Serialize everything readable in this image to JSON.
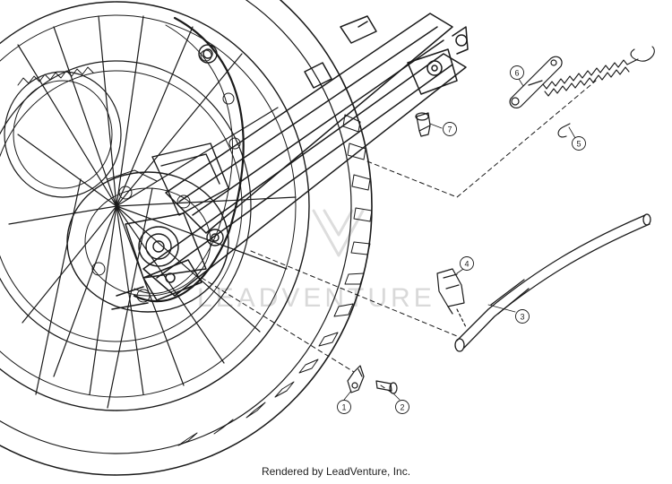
{
  "footer": {
    "text": "Rendered by LeadVenture, Inc."
  },
  "watermark": {
    "text": "LEADVENTURE"
  },
  "callouts": [
    {
      "id": "1",
      "label": "1"
    },
    {
      "id": "2",
      "label": "2"
    },
    {
      "id": "3",
      "label": "3"
    },
    {
      "id": "4",
      "label": "4"
    },
    {
      "id": "5",
      "label": "5"
    },
    {
      "id": "6",
      "label": "6"
    },
    {
      "id": "7",
      "label": "7"
    }
  ],
  "icons": [
    "rear-wheel-icon",
    "swingarm-icon",
    "brake-disc-icon",
    "spring-icon",
    "bracket-icon",
    "bolt-icon",
    "kickstand-rod-icon",
    "rubber-pad-icon",
    "clip-icon"
  ]
}
